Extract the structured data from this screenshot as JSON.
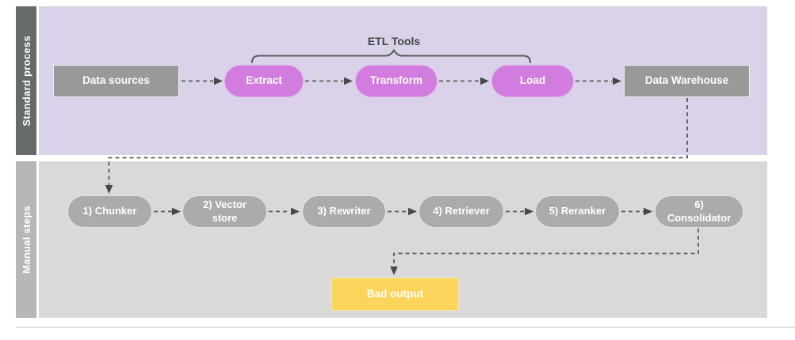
{
  "lanes": {
    "standard": "Standard process",
    "manual": "Manual steps"
  },
  "etl_tools_label": "ETL Tools",
  "nodes": {
    "data_sources": "Data sources",
    "extract": "Extract",
    "transform": "Transform",
    "load": "Load",
    "data_warehouse": "Data Warehouse",
    "chunker": "1) Chunker",
    "vector_store": "2) Vector store",
    "rewriter": "3) Rewriter",
    "retriever": "4) Retriever",
    "reranker": "5) Reranker",
    "consolidator": "6) Consolidator",
    "bad_output": "Bad output"
  },
  "edges": [
    {
      "from": "data_sources",
      "to": "extract"
    },
    {
      "from": "extract",
      "to": "transform"
    },
    {
      "from": "transform",
      "to": "load"
    },
    {
      "from": "load",
      "to": "data_warehouse"
    },
    {
      "from": "data_warehouse",
      "to": "chunker"
    },
    {
      "from": "chunker",
      "to": "vector_store"
    },
    {
      "from": "vector_store",
      "to": "rewriter"
    },
    {
      "from": "rewriter",
      "to": "retriever"
    },
    {
      "from": "retriever",
      "to": "reranker"
    },
    {
      "from": "reranker",
      "to": "consolidator"
    },
    {
      "from": "consolidator",
      "to": "bad_output"
    }
  ],
  "colors": {
    "lane_standard_bg": "#D9D2E9",
    "lane_standard_tab": "#666A6A",
    "lane_manual_bg": "#D9D9D9",
    "lane_manual_tab": "#B7B7B7",
    "node_gray_box": "#999999",
    "pill_purple": "#D17CDE",
    "pill_gray": "#ABABAB",
    "box_yellow": "#FBD45C",
    "connector": "#5C5C5C",
    "label_text": "#FFFFFF",
    "annotation_text": "#474747"
  }
}
